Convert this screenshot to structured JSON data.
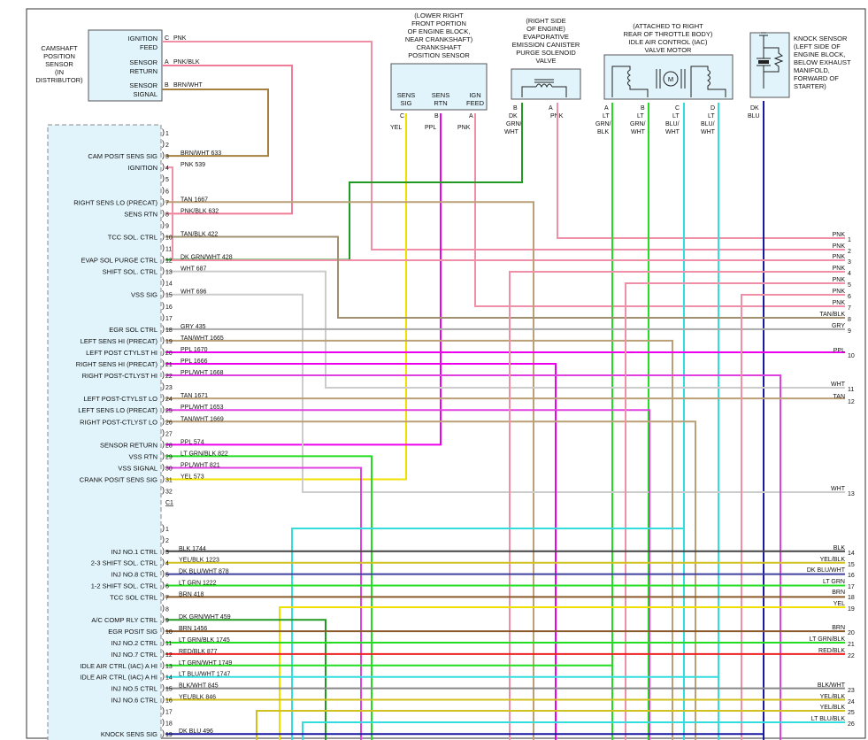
{
  "frame_label": "",
  "camshaft_sensor": {
    "title_lines": [
      "CAMSHAFT",
      "POSITION",
      "SENSOR",
      "(IN",
      "DISTRIBUTOR)"
    ],
    "terminals": [
      {
        "label_lines": [
          "IGNITION",
          "FEED"
        ],
        "pin": "C",
        "wire": "PNK"
      },
      {
        "label_lines": [
          "SENSOR",
          "RETURN"
        ],
        "pin": "A",
        "wire": "PNK/BLK"
      },
      {
        "label_lines": [
          "SENSOR",
          "SIGNAL"
        ],
        "pin": "B",
        "wire": "BRN/WHT"
      }
    ]
  },
  "crank_sensor": {
    "note_lines": [
      "(LOWER RIGHT",
      "FRONT PORTION",
      "OF ENGINE BLOCK,",
      "NEAR CRANKSHAFT)",
      "CRANKSHAFT",
      "POSITION SENSOR"
    ],
    "terminals": [
      {
        "label_lines": [
          "SENS",
          "SIG"
        ],
        "pin": "C",
        "wire": "YEL"
      },
      {
        "label_lines": [
          "SENS",
          "RTN"
        ],
        "pin": "B",
        "wire": "PPL"
      },
      {
        "label_lines": [
          "IGN",
          "FEED"
        ],
        "pin": "A",
        "wire": "PNK"
      }
    ]
  },
  "evap_valve": {
    "note_lines": [
      "(RIGHT SIDE",
      "OF ENGINE)",
      "EVAPORATIVE",
      "EMISSION CANISTER",
      "PURGE SOLENOID",
      "VALVE"
    ],
    "terminals": [
      {
        "pin": "B",
        "wire_lines": [
          "DK",
          "GRN/",
          "WHT"
        ]
      },
      {
        "pin": "A",
        "wire_lines": [
          "PNK"
        ]
      }
    ]
  },
  "iac_motor": {
    "note_lines": [
      "(ATTACHED TO RIGHT",
      "REAR OF THROTTLE BODY)",
      "IDLE AIR CONTROL (IAC)",
      "VALVE MOTOR"
    ],
    "motor_symbol": "M",
    "terminals": [
      {
        "pin": "A",
        "wire_lines": [
          "LT",
          "GRN/",
          "BLK"
        ]
      },
      {
        "pin": "B",
        "wire_lines": [
          "LT",
          "GRN/",
          "WHT"
        ]
      },
      {
        "pin": "C",
        "wire_lines": [
          "LT",
          "BLU/",
          "WHT"
        ]
      },
      {
        "pin": "D",
        "wire_lines": [
          "LT",
          "BLU/",
          "WHT"
        ]
      }
    ]
  },
  "knock_sensor": {
    "note_lines": [
      "KNOCK SENSOR",
      "(LEFT SIDE OF",
      "ENGINE BLOCK,",
      "BELOW EXHAUST",
      "MANIFOLD,",
      "FORWARD OF",
      "STARTER)"
    ],
    "wire_lines": [
      "DK",
      "BLU"
    ]
  },
  "connector_c1": {
    "label": "C1",
    "pins": [
      {
        "n": "1",
        "wire": "",
        "circuit": "",
        "func": ""
      },
      {
        "n": "2",
        "wire": "",
        "circuit": "",
        "func": ""
      },
      {
        "n": "3",
        "wire": "BRN/WHT",
        "circuit": "633",
        "func": "CAM POSIT SENS SIG"
      },
      {
        "n": "4",
        "wire": "PNK",
        "circuit": "539",
        "func": "IGNITION"
      },
      {
        "n": "5",
        "wire": "",
        "circuit": "",
        "func": ""
      },
      {
        "n": "6",
        "wire": "",
        "circuit": "",
        "func": ""
      },
      {
        "n": "7",
        "wire": "TAN",
        "circuit": "1667",
        "func": "RIGHT SENS LO (PRECAT)"
      },
      {
        "n": "8",
        "wire": "PNK/BLK",
        "circuit": "632",
        "func": "SENS RTN"
      },
      {
        "n": "9",
        "wire": "",
        "circuit": "",
        "func": ""
      },
      {
        "n": "10",
        "wire": "TAN/BLK",
        "circuit": "422",
        "func": "TCC SOL. CTRL"
      },
      {
        "n": "11",
        "wire": "",
        "circuit": "",
        "func": ""
      },
      {
        "n": "12",
        "wire": "DK GRN/WHT",
        "circuit": "428",
        "func": "EVAP SOL PURGE CTRL"
      },
      {
        "n": "13",
        "wire": "WHT",
        "circuit": "687",
        "func": "SHIFT SOL. CTRL"
      },
      {
        "n": "14",
        "wire": "",
        "circuit": "",
        "func": ""
      },
      {
        "n": "15",
        "wire": "WHT",
        "circuit": "696",
        "func": "VSS SIG"
      },
      {
        "n": "16",
        "wire": "",
        "circuit": "",
        "func": ""
      },
      {
        "n": "17",
        "wire": "",
        "circuit": "",
        "func": ""
      },
      {
        "n": "18",
        "wire": "GRY",
        "circuit": "435",
        "func": "EGR SOL CTRL"
      },
      {
        "n": "19",
        "wire": "TAN/WHT",
        "circuit": "1665",
        "func": "LEFT SENS HI (PRECAT)"
      },
      {
        "n": "20",
        "wire": "PPL",
        "circuit": "1670",
        "func": "LEFT POST CTYLST HI"
      },
      {
        "n": "21",
        "wire": "PPL",
        "circuit": "1666",
        "func": "RIGHT SENS HI (PRECAT)"
      },
      {
        "n": "22",
        "wire": "PPL/WHT",
        "circuit": "1668",
        "func": "RIGHT POST-CTLYST HI"
      },
      {
        "n": "23",
        "wire": "",
        "circuit": "",
        "func": ""
      },
      {
        "n": "24",
        "wire": "TAN",
        "circuit": "1671",
        "func": "LEFT POST-CTYLST LO"
      },
      {
        "n": "25",
        "wire": "PPL/WHT",
        "circuit": "1653",
        "func": "LEFT SENS LO (PRECAT)"
      },
      {
        "n": "26",
        "wire": "TAN/WHT",
        "circuit": "1669",
        "func": "RIGHT POST-CTLYST LO"
      },
      {
        "n": "27",
        "wire": "",
        "circuit": "",
        "func": ""
      },
      {
        "n": "28",
        "wire": "PPL",
        "circuit": "574",
        "func": "SENSOR RETURN"
      },
      {
        "n": "29",
        "wire": "LT GRN/BLK",
        "circuit": "822",
        "func": "VSS RTN"
      },
      {
        "n": "30",
        "wire": "PPL/WHT",
        "circuit": "821",
        "func": "VSS SIGNAL"
      },
      {
        "n": "31",
        "wire": "YEL",
        "circuit": "573",
        "func": "CRANK POSIT SENS SIG"
      },
      {
        "n": "32",
        "wire": "",
        "circuit": "",
        "func": ""
      }
    ]
  },
  "connector_c2": {
    "pins": [
      {
        "n": "1",
        "wire": "",
        "circuit": "",
        "func": ""
      },
      {
        "n": "2",
        "wire": "",
        "circuit": "",
        "func": ""
      },
      {
        "n": "3",
        "wire": "BLK",
        "circuit": "1744",
        "func": "INJ NO.1 CTRL"
      },
      {
        "n": "4",
        "wire": "YEL/BLK",
        "circuit": "1223",
        "func": "2-3 SHIFT SOL. CTRL"
      },
      {
        "n": "5",
        "wire": "DK BLU/WHT",
        "circuit": "878",
        "func": "INJ NO.8 CTRL"
      },
      {
        "n": "6",
        "wire": "LT GRN",
        "circuit": "1222",
        "func": "1-2 SHIFT SOL. CTRL"
      },
      {
        "n": "7",
        "wire": "BRN",
        "circuit": "418",
        "func": "TCC SOL CTRL"
      },
      {
        "n": "8",
        "wire": "",
        "circuit": "",
        "func": ""
      },
      {
        "n": "9",
        "wire": "DK GRN/WHT",
        "circuit": "459",
        "func": "A/C COMP RLY CTRL"
      },
      {
        "n": "10",
        "wire": "BRN",
        "circuit": "1456",
        "func": "EGR POSIT SIG"
      },
      {
        "n": "11",
        "wire": "LT GRN/BLK",
        "circuit": "1745",
        "func": "INJ NO.2 CTRL"
      },
      {
        "n": "12",
        "wire": "RED/BLK",
        "circuit": "877",
        "func": "INJ NO.7 CTRL"
      },
      {
        "n": "13",
        "wire": "LT GRN/WHT",
        "circuit": "1749",
        "func": "IDLE AIR CTRL (IAC) A HI"
      },
      {
        "n": "14",
        "wire": "LT BLU/WHT",
        "circuit": "1747",
        "func": "IDLE AIR CTRL (IAC) A HI"
      },
      {
        "n": "15",
        "wire": "BLK/WHT",
        "circuit": "845",
        "func": "INJ NO.5 CTRL"
      },
      {
        "n": "16",
        "wire": "YEL/BLK",
        "circuit": "846",
        "func": "INJ NO.6 CTRL"
      },
      {
        "n": "17",
        "wire": "",
        "circuit": "",
        "func": ""
      },
      {
        "n": "18",
        "wire": "",
        "circuit": "",
        "func": ""
      },
      {
        "n": "19",
        "wire": "DK BLU",
        "circuit": "496",
        "func": "KNOCK SENS SIG"
      }
    ]
  },
  "right_edge": [
    {
      "n": "1",
      "wire": "PNK"
    },
    {
      "n": "2",
      "wire": "PNK"
    },
    {
      "n": "3",
      "wire": "PNK"
    },
    {
      "n": "4",
      "wire": "PNK"
    },
    {
      "n": "5",
      "wire": "PNK"
    },
    {
      "n": "6",
      "wire": "PNK"
    },
    {
      "n": "7",
      "wire": "PNK"
    },
    {
      "n": "8",
      "wire": "TAN/BLK"
    },
    {
      "n": "9",
      "wire": "GRY"
    },
    {
      "n": "10",
      "wire": "PPL"
    },
    {
      "n": "11",
      "wire": "WHT"
    },
    {
      "n": "12",
      "wire": "TAN"
    },
    {
      "n": "13",
      "wire": "WHT"
    },
    {
      "n": "14",
      "wire": "BLK"
    },
    {
      "n": "15",
      "wire": "YEL/BLK"
    },
    {
      "n": "16",
      "wire": "DK BLU/WHT"
    },
    {
      "n": "17",
      "wire": "LT GRN"
    },
    {
      "n": "18",
      "wire": "BRN"
    },
    {
      "n": "19",
      "wire": "YEL"
    },
    {
      "n": "20",
      "wire": "BRN"
    },
    {
      "n": "21",
      "wire": "LT GRN/BLK"
    },
    {
      "n": "22",
      "wire": "RED/BLK"
    },
    {
      "n": "23",
      "wire": "BLK/WHT"
    },
    {
      "n": "24",
      "wire": "YEL/BLK"
    },
    {
      "n": "25",
      "wire": "YEL/BLK"
    },
    {
      "n": "26",
      "wire": "LT BLU/BLK"
    }
  ],
  "colors": {
    "PNK": "#f090a8",
    "PNKBLK": "#f07c98",
    "BRNWHT": "#a58040",
    "YEL": "#f0e000",
    "PPL": "#ee00ee",
    "PPLWHT": "#e040e0",
    "DKGRNWHT": "#229922",
    "LTGRN": "#22dd22",
    "LTBLU": "#33dddd",
    "TAN": "#bba077",
    "TANBLK": "#a09070",
    "WHT": "#cccccc",
    "GRY": "#aaaaaa",
    "BLK": "#444444",
    "DKBLU": "#1818a0",
    "DKBLUWHT": "#4040a0",
    "BRN": "#8b5a2b",
    "RED": "#ee2020",
    "BLKWHT": "#888888",
    "YELBLK": "#d0c020"
  }
}
